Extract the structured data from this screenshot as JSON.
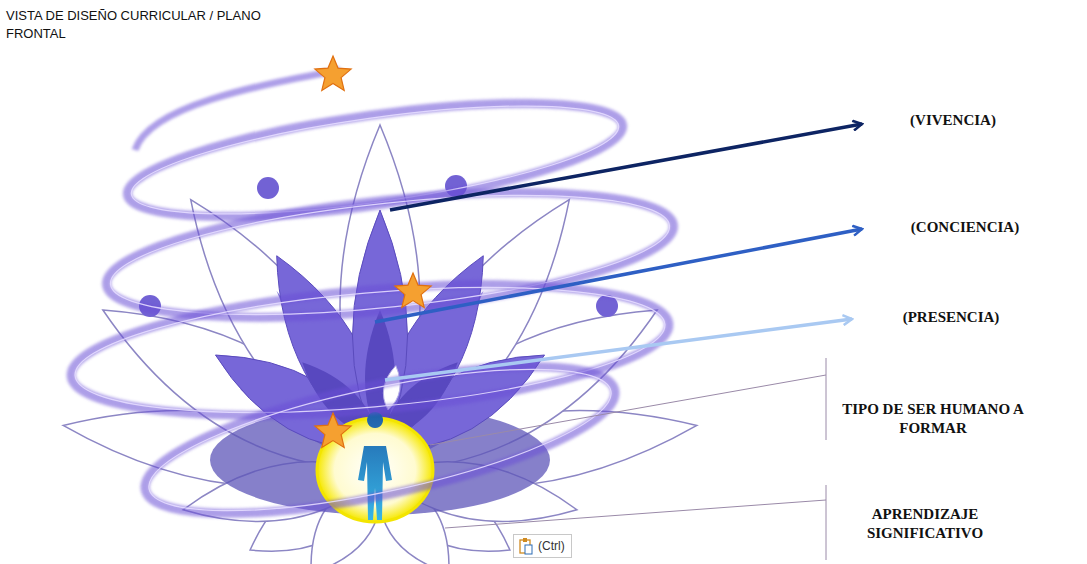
{
  "diagram": {
    "title": "VISTA DE DISEÑO CURRICULAR / PLANO FRONTAL",
    "labels": [
      "(VIVENCIA)",
      "(CONCIENCIA)",
      "(PRESENCIA)",
      "TIPO DE SER HUMANO A FORMAR",
      "APRENDIZAJE SIGNIFICATIVO",
      "(Ctrl)"
    ]
  }
}
